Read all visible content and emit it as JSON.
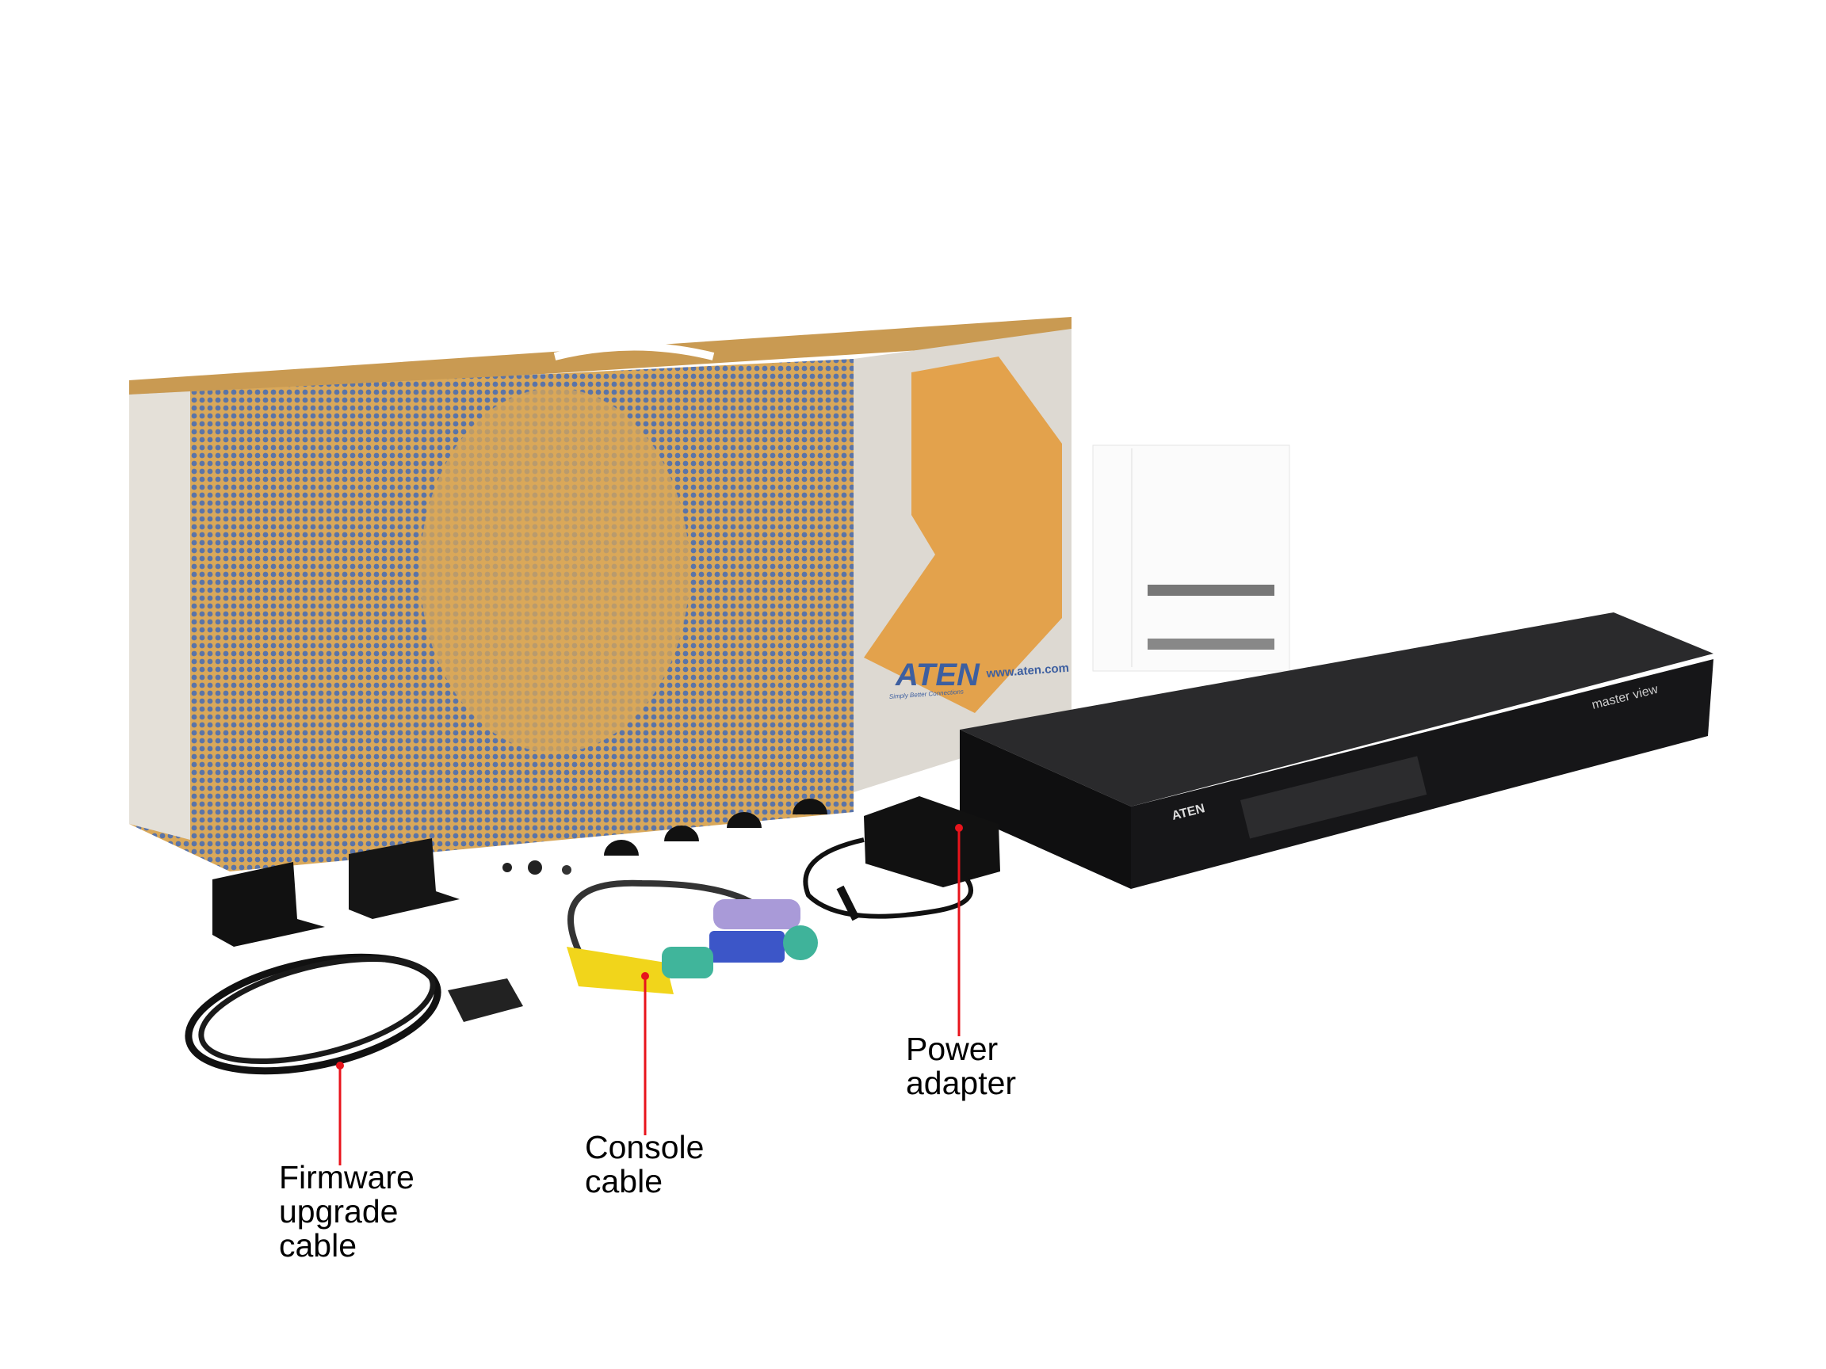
{
  "photo": {
    "box_logo": "ATEN",
    "box_tagline": "Simply Better Connections",
    "box_website": "www.aten.com",
    "device_brand": "ATEN",
    "device_series": "master view",
    "colors": {
      "callout_line": "#e8141c",
      "box_kraft": "#d9a85a",
      "box_print_blue": "#5a74a8",
      "device_body": "#1c1c1e"
    }
  },
  "callouts": [
    {
      "lines": [
        "Firmware",
        "upgrade",
        "cable"
      ]
    },
    {
      "lines": [
        "Console",
        "cable"
      ]
    },
    {
      "lines": [
        "Power",
        "adapter"
      ]
    }
  ]
}
